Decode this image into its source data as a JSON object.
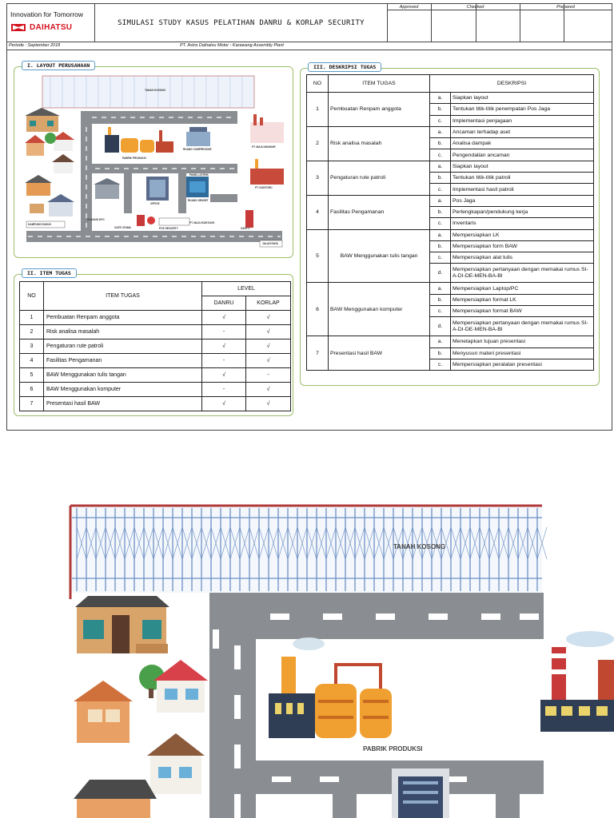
{
  "header": {
    "tagline": "Innovation for Tomorrow",
    "brand": "DAIHATSU",
    "title": "SIMULASI STUDY KASUS PELATIHAN DANRU & KORLAP SECURITY",
    "approvals": [
      "Approved",
      "Checked",
      "Prepared"
    ],
    "period": "Periode : September 2018",
    "plant": "PT. Astra Daihatsu Motor - Karawang Assembly Plant"
  },
  "section_layout": {
    "title": "I. LAYOUT PERUSAHAAN",
    "labels": {
      "vacant_land": "TANAH KOSONG",
      "production": "PABRIK PRODUKSI",
      "compressor": "RUANG COMPRESSOR",
      "panel": "PANEL LISTRIK",
      "office": "OFFICE",
      "engine_room": "RUANG GENSET",
      "warehouse": "GUDANG KPC",
      "gate": "GATE UTAMA",
      "post": "POS SECURITY",
      "village": "KAMPUNG DUKUH",
      "pt_top": "PT. MAJU MUNDUR",
      "pt_mid": "PT. KUNTORO",
      "pt_road": "PT. MAJU BUNTUNG",
      "gate3": "GATE 3",
      "river": "JALAN RAYA"
    }
  },
  "section_items": {
    "title": "II. ITEM TUGAS",
    "headers": {
      "no": "NO",
      "item": "ITEM TUGAS",
      "level": "LEVEL",
      "danru": "DANRU",
      "korlap": "KORLAP"
    },
    "rows": [
      {
        "no": "1",
        "item": "Pembuatan Renpam anggota",
        "danru": "√",
        "korlap": "√"
      },
      {
        "no": "2",
        "item": "Risk analisa masalah",
        "danru": "-",
        "korlap": "√"
      },
      {
        "no": "3",
        "item": "Pengaturan rute patroli",
        "danru": "√",
        "korlap": "√"
      },
      {
        "no": "4",
        "item": "Fasilitas Pengamanan",
        "danru": "-",
        "korlap": "√"
      },
      {
        "no": "5",
        "item": "BAW Menggunakan tulis tangan",
        "danru": "√",
        "korlap": "-"
      },
      {
        "no": "6",
        "item": "BAW Menggunakan komputer",
        "danru": "-",
        "korlap": "√"
      },
      {
        "no": "7",
        "item": "Presentasi hasil BAW",
        "danru": "√",
        "korlap": "√"
      }
    ]
  },
  "section_desc": {
    "title": "III. DESKRIPSI TUGAS",
    "headers": {
      "no": "NO",
      "item": "ITEM TUGAS",
      "desc": "DESKRIPSI"
    },
    "groups": [
      {
        "no": "1",
        "item": "Pembuatan Renpam anggota",
        "lines": [
          {
            "k": "a.",
            "t": "Siapkan layout"
          },
          {
            "k": "b.",
            "t": "Tentukan titik-titik penempatan Pos Jaga"
          },
          {
            "k": "c.",
            "t": "Implementasi penjagaan"
          }
        ]
      },
      {
        "no": "2",
        "item": "Risk analisa masalah",
        "lines": [
          {
            "k": "a.",
            "t": "Ancaman terhadap aset"
          },
          {
            "k": "b.",
            "t": "Analisa dampak"
          },
          {
            "k": "c.",
            "t": "Pengendalian ancaman"
          }
        ]
      },
      {
        "no": "3",
        "item": "Pengaturan rute patroli",
        "lines": [
          {
            "k": "a.",
            "t": "Siapkan layout"
          },
          {
            "k": "b.",
            "t": "Tentukan titik-titik patroli"
          },
          {
            "k": "c.",
            "t": "Implementasi hasil patroli"
          }
        ]
      },
      {
        "no": "4",
        "item": "Fasilitas Pengamanan",
        "lines": [
          {
            "k": "a.",
            "t": "Pos Jaga"
          },
          {
            "k": "b.",
            "t": "Perlengkapan/pendukung kerja"
          },
          {
            "k": "c.",
            "t": "Inventaris"
          }
        ]
      },
      {
        "no": "5",
        "item": "BAW Menggunakan tulis tangan",
        "center": true,
        "lines": [
          {
            "k": "a.",
            "t": "Mempersiapkan LK"
          },
          {
            "k": "b.",
            "t": "Mempersiapkan form BAW"
          },
          {
            "k": "c.",
            "t": "Mempersiapkan alat tulis"
          },
          {
            "k": "d.",
            "t": "Mempersiapkan pertanyaan dengan memakai rumus SI-A-DI-DE-MEN-BA-BI",
            "tall": true
          }
        ]
      },
      {
        "no": "6",
        "item": "BAW Menggunakan komputer",
        "lines": [
          {
            "k": "a.",
            "t": "Mempersiapkan Laptop/PC"
          },
          {
            "k": "b.",
            "t": "Mempersiapkan format LK"
          },
          {
            "k": "c.",
            "t": "Mempersiapkan format BAW"
          },
          {
            "k": "d.",
            "t": "Mempersiapkan pertanyaan dengan memakai rumus SI-A-DI-DE-MEN-BA-BI",
            "tall": true
          }
        ]
      },
      {
        "no": "7",
        "item": "Presentasi hasil BAW",
        "lines": [
          {
            "k": "a.",
            "t": "Menetapkan tujuan presentasi"
          },
          {
            "k": "b.",
            "t": "Menyusun materi presentasi"
          },
          {
            "k": "c.",
            "t": "Mempersiapkan peralatan presentasi"
          }
        ]
      }
    ]
  },
  "zoom": {
    "label_top": "TANAH KOSONG",
    "label_factory": "PABRIK PRODUKSI"
  },
  "colors": {
    "brand_red": "#d4121e",
    "panel_border": "#9dbf6b",
    "title_border": "#5a9bc7",
    "road": "#8a8d91",
    "fence": "#6b8fc4"
  }
}
